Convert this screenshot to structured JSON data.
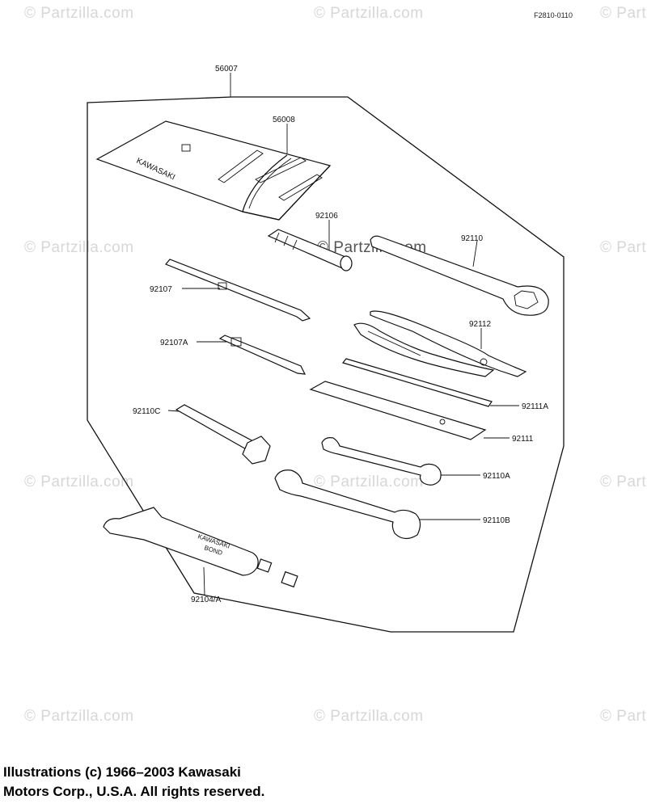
{
  "diagram": {
    "code": "F2810-0110",
    "watermark": "© Partzilla.com",
    "center_watermark": "© Partzilla.com",
    "kit_label": "KAWASAKI",
    "bond_label_line1": "KAWASAKI",
    "bond_label_line2": "BOND",
    "parts": {
      "p56007": "56007",
      "p56008": "56008",
      "p92106": "92106",
      "p92110": "92110",
      "p92107": "92107",
      "p92112": "92112",
      "p92107A": "92107A",
      "p92111A": "92111A",
      "p92110C": "92110C",
      "p92111": "92111",
      "p92110A": "92110A",
      "p92110B": "92110B",
      "p92104A": "92104/A"
    }
  },
  "footer": {
    "line1": "Illustrations (c) 1966–2003 Kawasaki",
    "line2": "Motors Corp., U.S.A.  All rights reserved."
  }
}
